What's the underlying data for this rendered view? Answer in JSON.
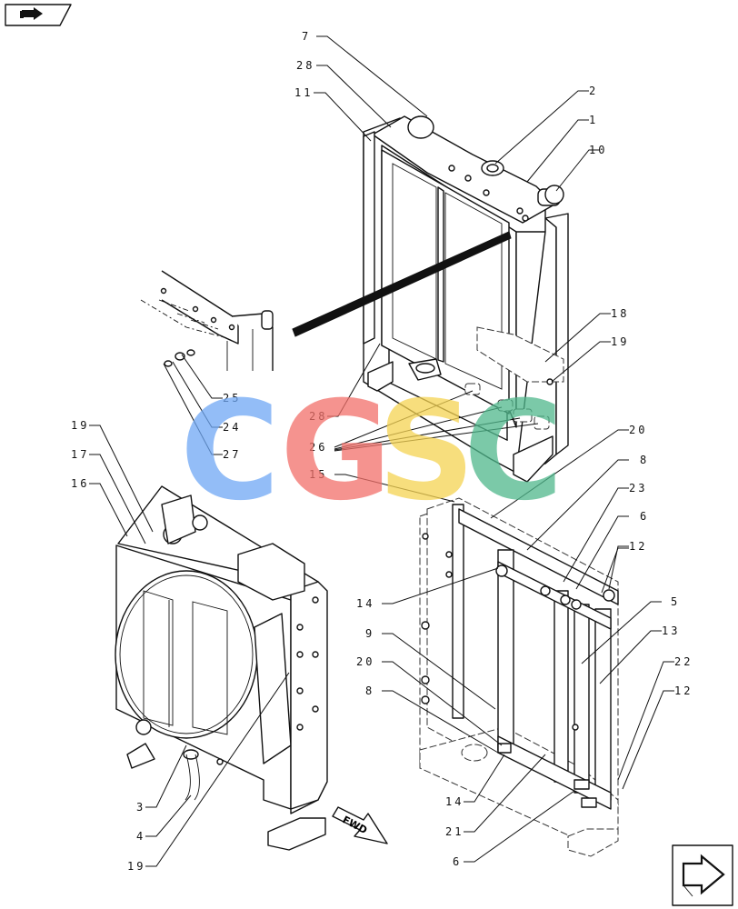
{
  "watermark": {
    "letters": [
      {
        "char": "C",
        "color": "#6fa8f5"
      },
      {
        "char": "G",
        "color": "#f2706a"
      },
      {
        "char": "S",
        "color": "#f5d352"
      },
      {
        "char": "C",
        "color": "#4fb88c"
      }
    ]
  },
  "direction_label": "FWD",
  "icons": [
    "nav-arrow-icon",
    "return-arrow-icon"
  ],
  "callouts": [
    {
      "label": "7"
    },
    {
      "label": "28"
    },
    {
      "label": "11"
    },
    {
      "label": "2"
    },
    {
      "label": "1"
    },
    {
      "label": "10"
    },
    {
      "label": "18"
    },
    {
      "label": "19"
    },
    {
      "label": "25"
    },
    {
      "label": "24"
    },
    {
      "label": "27"
    },
    {
      "label": "28"
    },
    {
      "label": "26"
    },
    {
      "label": "15"
    },
    {
      "label": "19"
    },
    {
      "label": "17"
    },
    {
      "label": "16"
    },
    {
      "label": "20"
    },
    {
      "label": "8"
    },
    {
      "label": "23"
    },
    {
      "label": "6"
    },
    {
      "label": "12"
    },
    {
      "label": "14"
    },
    {
      "label": "5"
    },
    {
      "label": "9"
    },
    {
      "label": "13"
    },
    {
      "label": "20"
    },
    {
      "label": "22"
    },
    {
      "label": "8"
    },
    {
      "label": "12"
    },
    {
      "label": "3"
    },
    {
      "label": "4"
    },
    {
      "label": "19"
    },
    {
      "label": "14"
    },
    {
      "label": "21"
    },
    {
      "label": "6"
    }
  ]
}
